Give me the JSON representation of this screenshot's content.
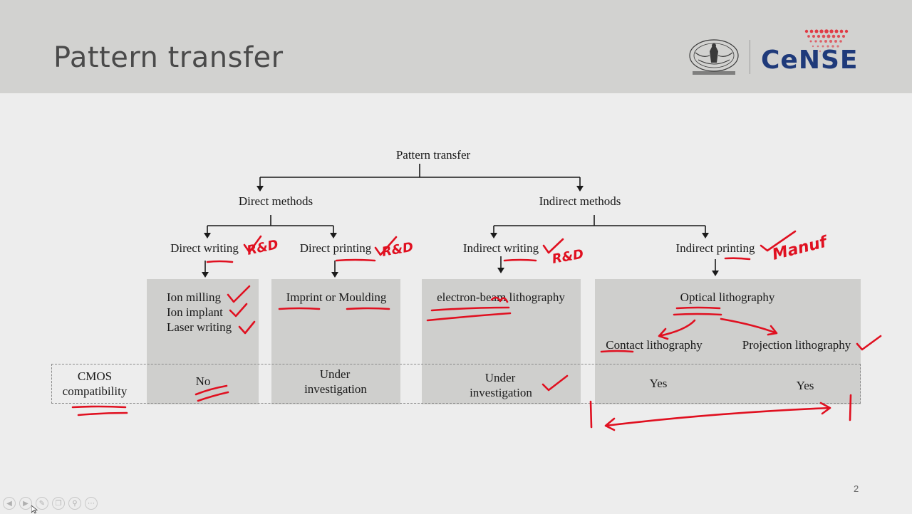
{
  "slide": {
    "title": "Pattern transfer",
    "page_number": "2"
  },
  "logos": {
    "institute": "iisc-emblem-icon",
    "center": "CeNSE",
    "accent_color": "#e0313c",
    "brand_color": "#1f3a7a"
  },
  "diagram": {
    "root": "Pattern transfer",
    "direct": {
      "label": "Direct methods",
      "writing": {
        "label": "Direct writing",
        "items": [
          "Ion milling",
          "Ion implant",
          "Laser writing"
        ],
        "cmos": "No"
      },
      "printing": {
        "label": "Direct printing",
        "items": [
          "Imprint or Moulding"
        ],
        "cmos_line1": "Under",
        "cmos_line2": "investigation"
      }
    },
    "indirect": {
      "label": "Indirect methods",
      "writing": {
        "label": "Indirect writing",
        "items": [
          "electron-beam lithography"
        ],
        "cmos_line1": "Under",
        "cmos_line2": "investigation"
      },
      "printing": {
        "label": "Indirect printing",
        "optical": "Optical lithography",
        "contact": "Contact lithography",
        "projection": "Projection lithography",
        "cmos_contact": "Yes",
        "cmos_projection": "Yes"
      }
    },
    "cmos_label_line1": "CMOS",
    "cmos_label_line2": "compatibility"
  },
  "annotations": {
    "direct_writing": "R&D",
    "direct_printing": "R&D",
    "indirect_writing": "R&D",
    "indirect_printing": "Manuf",
    "ink_color": "#e01020"
  },
  "controls": [
    "back-icon",
    "play-icon",
    "pen-icon",
    "copy-icon",
    "zoom-icon",
    "more-icon"
  ]
}
